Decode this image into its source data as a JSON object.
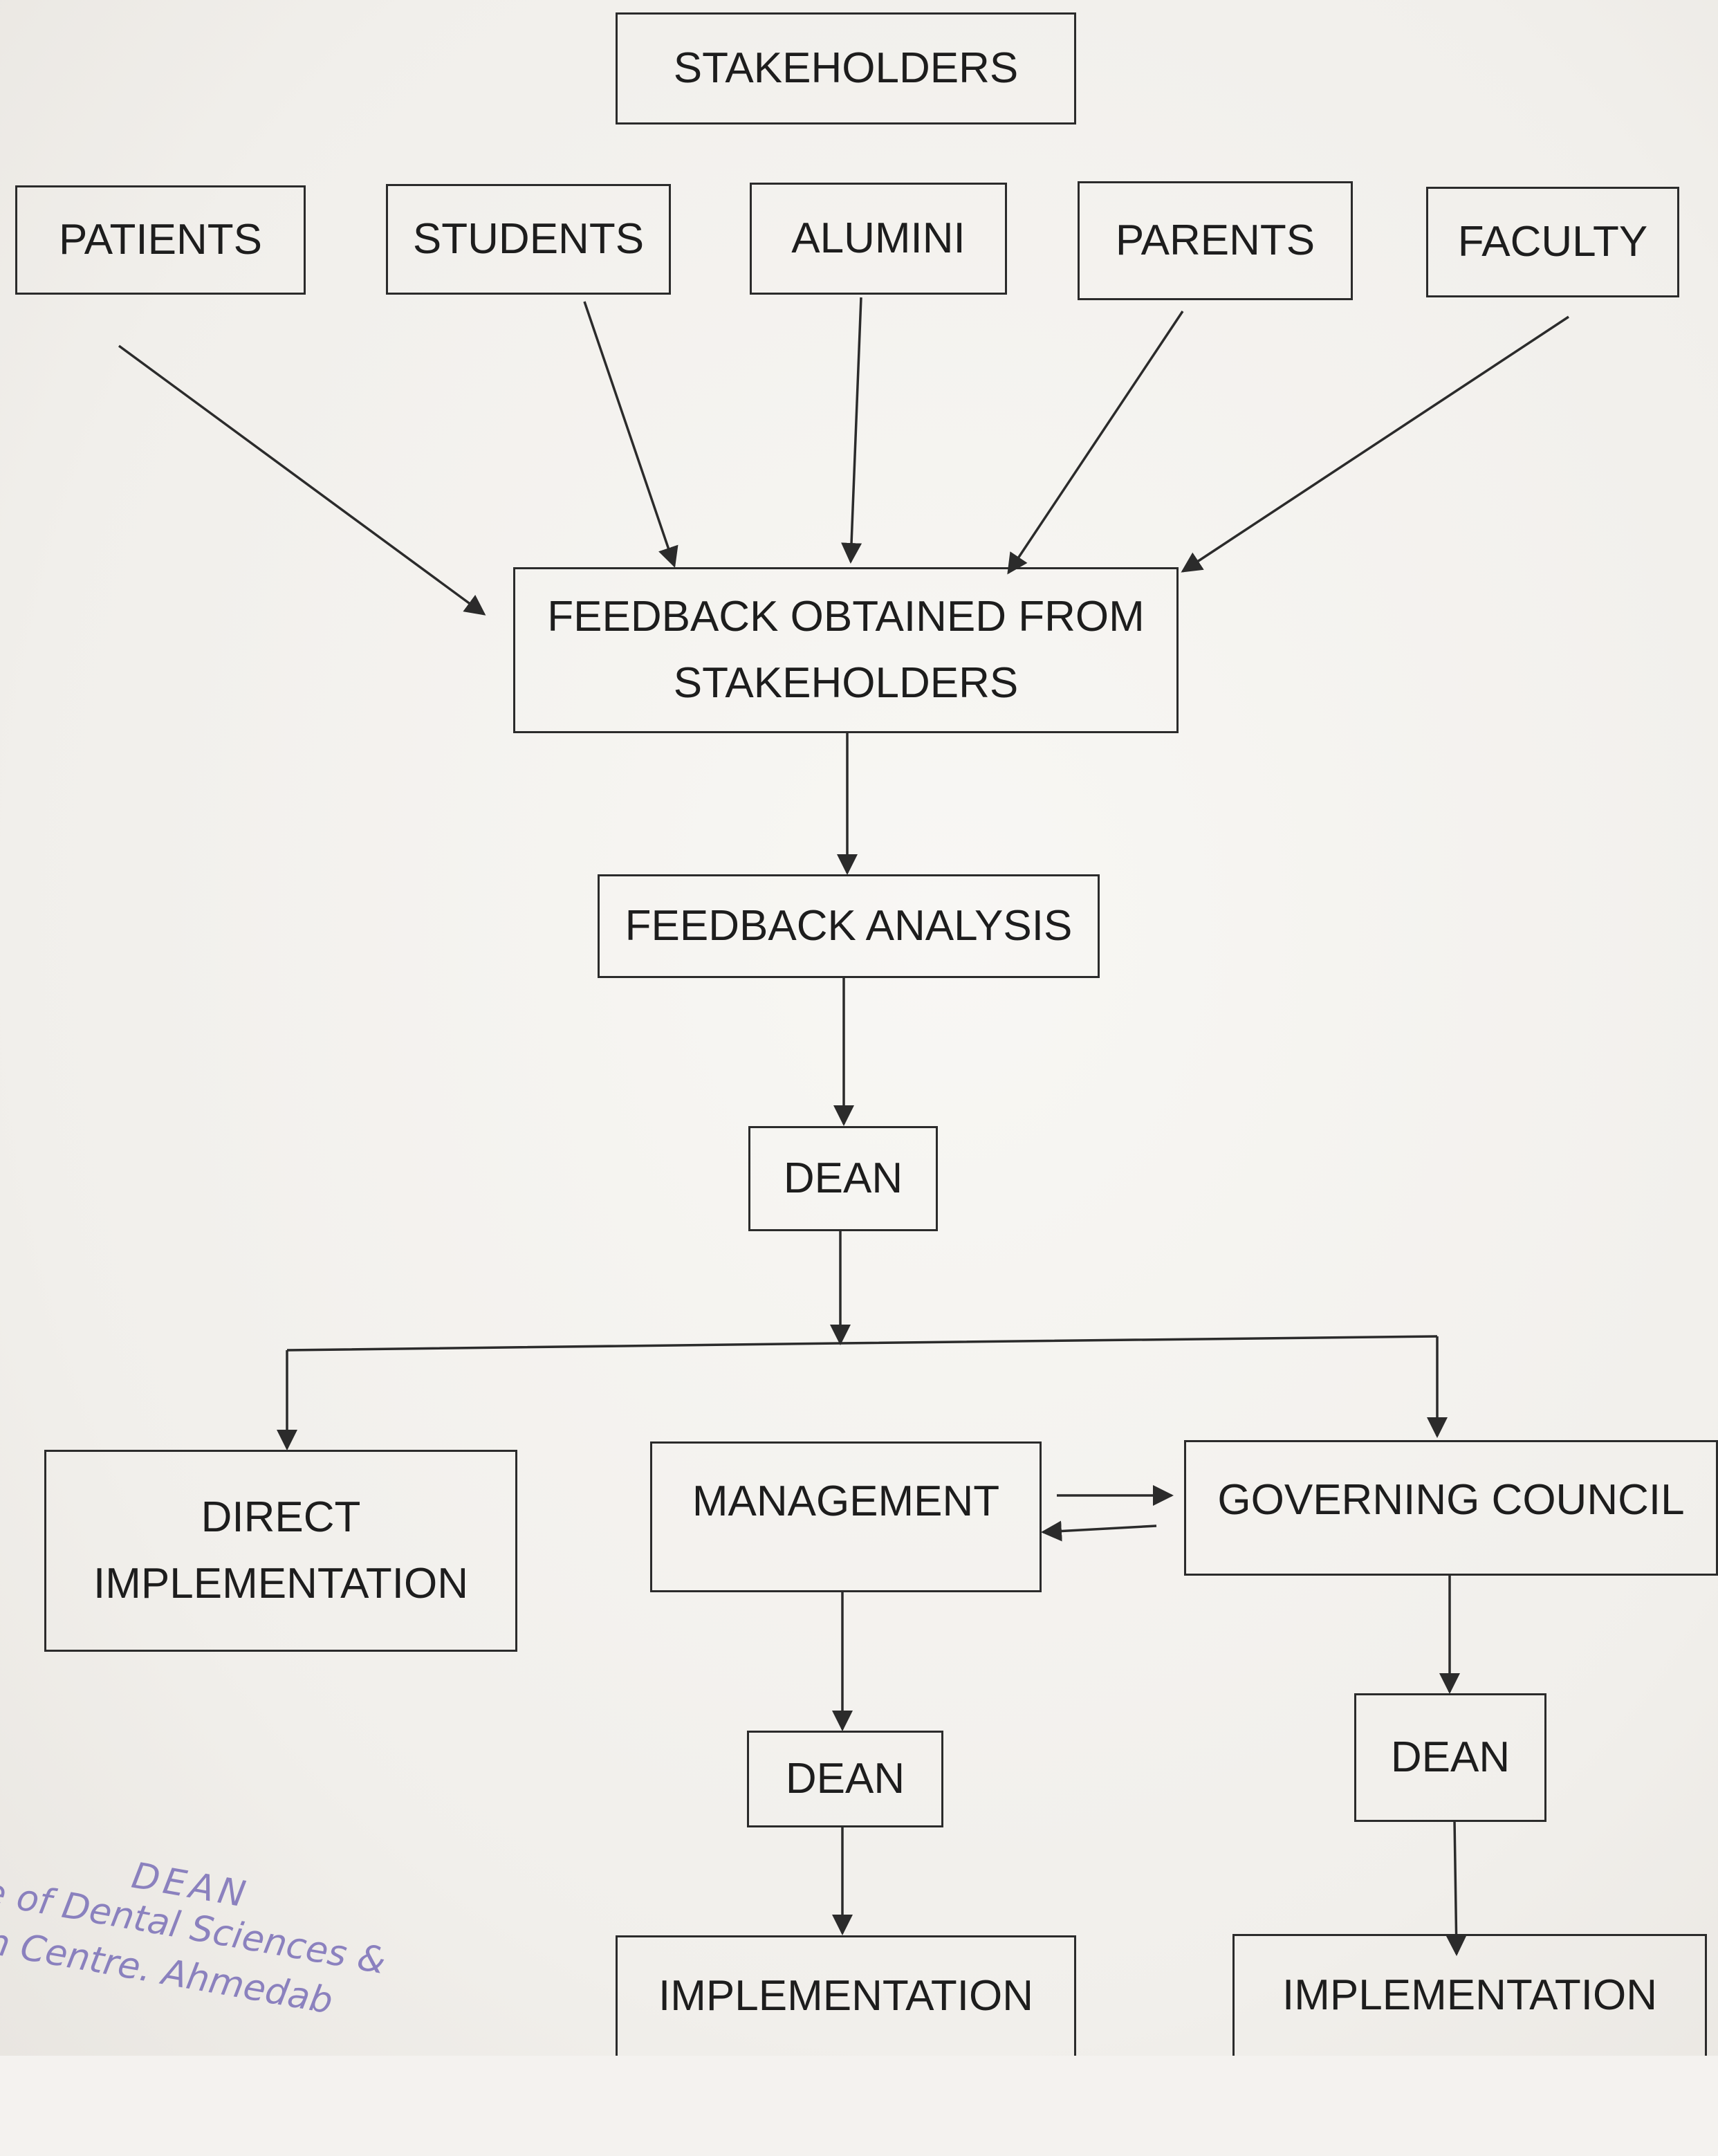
{
  "diagram": {
    "title": "STAKEHOLDERS",
    "stakeholders": [
      "PATIENTS",
      "STUDENTS",
      "ALUMINI",
      "PARENTS",
      "FACULTY"
    ],
    "feedback_obtained": [
      "FEEDBACK OBTAINED FROM",
      "STAKEHOLDERS"
    ],
    "feedback_analysis": "FEEDBACK ANALYSIS",
    "dean": "DEAN",
    "direct_implementation": [
      "DIRECT",
      "IMPLEMENTATION"
    ],
    "management": "MANAGEMENT",
    "governing_council": "GOVERNING COUNCIL",
    "dean_management": "DEAN",
    "dean_council": "DEAN",
    "implementation_left": "IMPLEMENTATION",
    "implementation_right": "IMPLEMENTATION"
  },
  "stamp": {
    "line1": "DEAN",
    "line2": "ge of Dental Sciences &",
    "line3": "rch Centre. Ahmedab"
  },
  "colors": {
    "ink": "#2b2b2b",
    "stamp": "#7a6fb8",
    "paper": "#f4f2ef"
  }
}
